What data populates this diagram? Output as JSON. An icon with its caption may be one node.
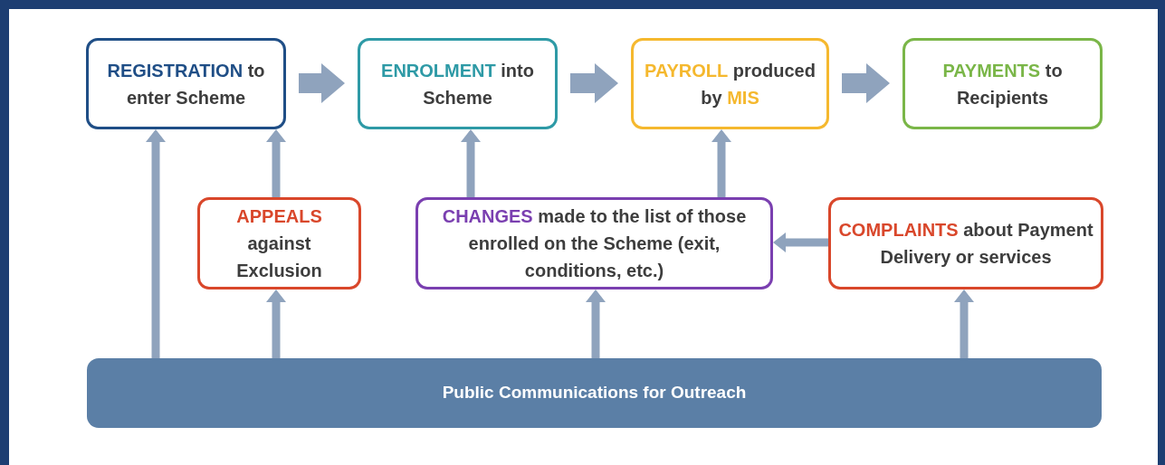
{
  "diagram": {
    "nodes": [
      {
        "text": [
          "**REGISTRATION** to enter Scheme"
        ]
      },
      {
        "text": [
          "**ENROLMENT** into Scheme"
        ]
      },
      {
        "text": [
          "**PAYROLL** produced by **MIS**"
        ]
      },
      {
        "text": [
          "**PAYMENTS** to Recipients"
        ]
      },
      {
        "text": [
          "**APPEALS** against Exclusion"
        ]
      },
      {
        "text": [
          "**CHANGES** made to the list of those enrolled on the Scheme (exit, conditions, etc.)"
        ]
      },
      {
        "text": [
          "**COMPLAINTS** about Payment Delivery or services"
        ]
      },
      {
        "text": [
          "Public Communications for Outreach"
        ]
      }
    ],
    "edges": [
      {
        "from": 0,
        "to": 1,
        "arrow": "to",
        "style": "thick"
      },
      {
        "from": 1,
        "to": 2,
        "arrow": "to",
        "style": "thick"
      },
      {
        "from": 2,
        "to": 3,
        "arrow": "to",
        "style": "thick"
      },
      {
        "from": 7,
        "to": 0,
        "arrow": "to"
      },
      {
        "from": 4,
        "to": 0,
        "arrow": "to"
      },
      {
        "from": 7,
        "to": 4,
        "arrow": "to"
      },
      {
        "from": 5,
        "to": 1,
        "arrow": "to"
      },
      {
        "from": 5,
        "to": 2,
        "arrow": "to"
      },
      {
        "from": 7,
        "to": 5,
        "arrow": "to"
      },
      {
        "from": 6,
        "to": 5,
        "arrow": "to"
      },
      {
        "from": 7,
        "to": 6,
        "arrow": "to"
      }
    ]
  }
}
